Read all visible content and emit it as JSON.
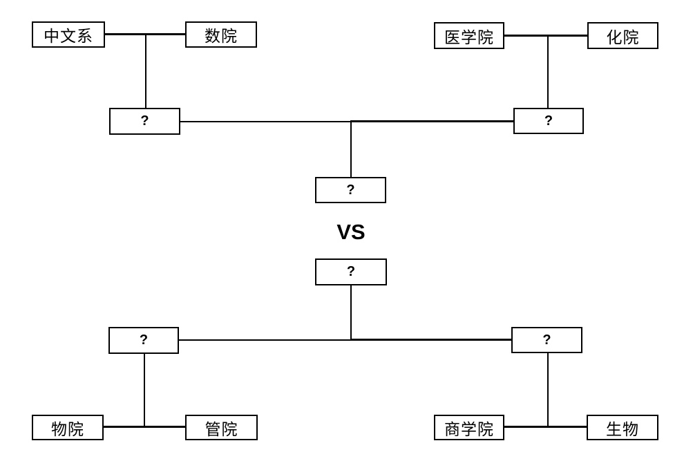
{
  "diagram": {
    "type": "tournament-bracket",
    "background_color": "#ffffff",
    "line_color": "#000000",
    "vs_label": "VS",
    "top_bracket": {
      "team_1": "中文系",
      "team_2": "数院",
      "team_3": "医学院",
      "team_4": "化院",
      "winner_left": "?",
      "winner_right": "?",
      "champion": "?"
    },
    "bottom_bracket": {
      "champion": "?",
      "winner_left": "?",
      "winner_right": "?",
      "team_1": "物院",
      "team_2": "管院",
      "team_3": "商学院",
      "team_4": "生物"
    }
  }
}
